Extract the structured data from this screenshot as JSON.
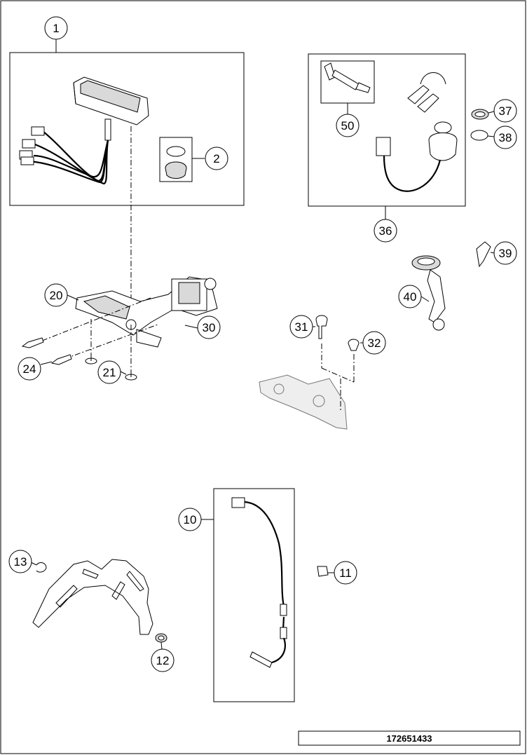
{
  "diagram": {
    "callouts": [
      {
        "id": "c1",
        "label": "1"
      },
      {
        "id": "c2",
        "label": "2"
      },
      {
        "id": "c10",
        "label": "10"
      },
      {
        "id": "c11",
        "label": "11"
      },
      {
        "id": "c12",
        "label": "12"
      },
      {
        "id": "c13",
        "label": "13"
      },
      {
        "id": "c20",
        "label": "20"
      },
      {
        "id": "c21",
        "label": "21"
      },
      {
        "id": "c24",
        "label": "24"
      },
      {
        "id": "c30",
        "label": "30"
      },
      {
        "id": "c31",
        "label": "31"
      },
      {
        "id": "c32",
        "label": "32"
      },
      {
        "id": "c36",
        "label": "36"
      },
      {
        "id": "c37",
        "label": "37"
      },
      {
        "id": "c38",
        "label": "38"
      },
      {
        "id": "c39",
        "label": "39"
      },
      {
        "id": "c40",
        "label": "40"
      },
      {
        "id": "c50",
        "label": "50"
      }
    ],
    "drawing_code": "172651433"
  }
}
